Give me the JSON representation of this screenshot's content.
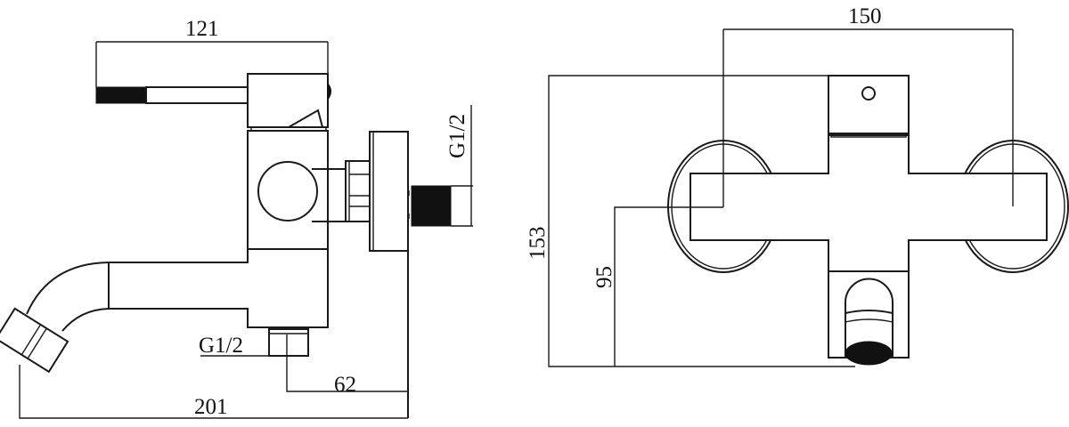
{
  "side_view": {
    "dim_lever_length": "121",
    "dim_wall_inlet": "G1/2",
    "dim_bottom_inlet": "G1/2",
    "dim_outlet_offset": "62",
    "dim_total_length": "201"
  },
  "front_view": {
    "dim_center_distance": "150",
    "dim_total_height": "153",
    "dim_center_to_spout": "95"
  },
  "colors": {
    "line": "#1a1a1a",
    "background": "#ffffff"
  }
}
